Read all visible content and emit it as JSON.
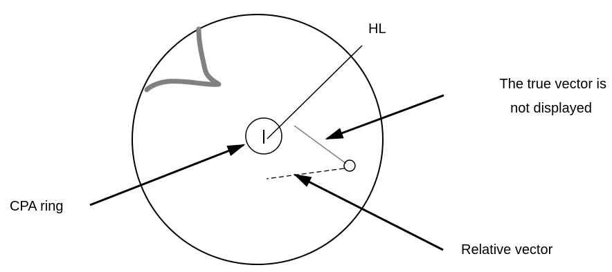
{
  "labels": {
    "heading_line": "HL",
    "true_vector_line1": "The true vector is",
    "true_vector_line2": "not displayed",
    "cpa_ring": "CPA ring",
    "relative_vector": "Relative vector"
  },
  "colors": {
    "ink": "#000000",
    "coastline": "#808080",
    "target_track": "#808080"
  }
}
